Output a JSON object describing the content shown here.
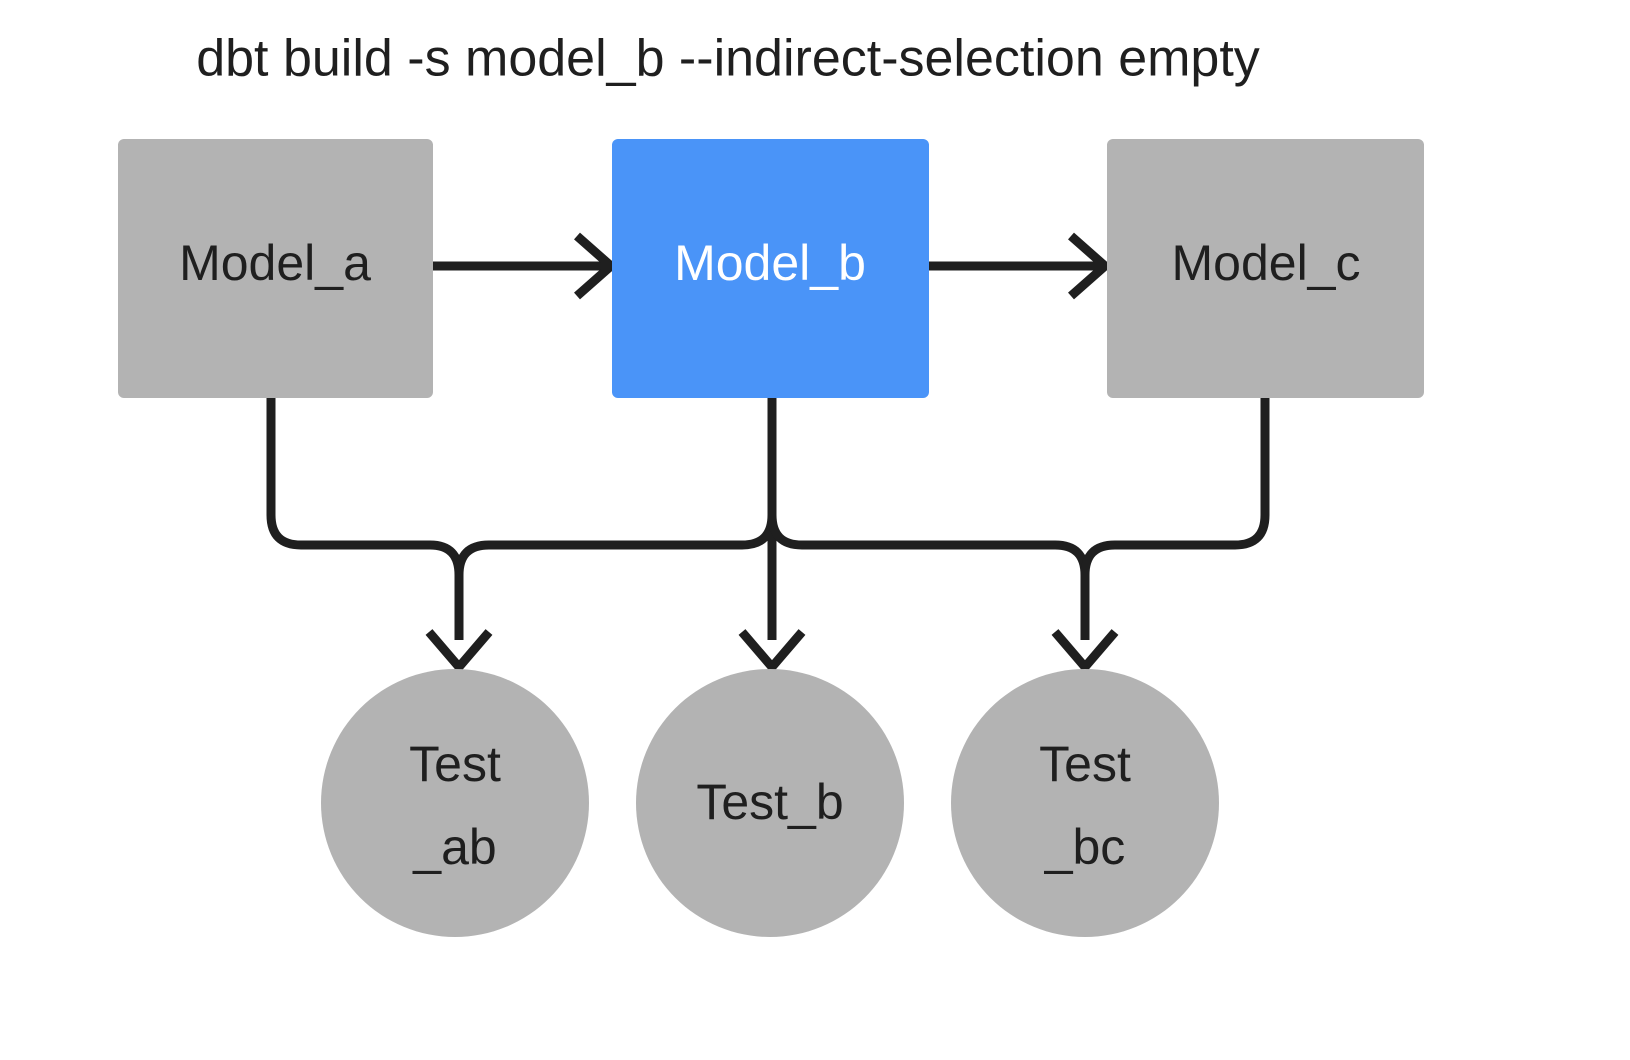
{
  "title": "dbt build -s model_b --indirect-selection empty",
  "colors": {
    "background": "#ffffff",
    "node_default": "#b3b3b3",
    "node_selected": "#4a94f8",
    "edge": "#1f1f1f",
    "label_default": "#1f1f1f",
    "label_on_selected": "#ffffff"
  },
  "nodes": {
    "models": [
      {
        "id": "model_a",
        "label": "Model_a",
        "shape": "rectangle",
        "state": "default"
      },
      {
        "id": "model_b",
        "label": "Model_b",
        "shape": "rectangle",
        "state": "selected"
      },
      {
        "id": "model_c",
        "label": "Model_c",
        "shape": "rectangle",
        "state": "default"
      }
    ],
    "tests": [
      {
        "id": "test_ab",
        "label_line1": "Test",
        "label_line2": "_ab",
        "shape": "circle",
        "state": "default"
      },
      {
        "id": "test_b",
        "label_line1": "Test_b",
        "label_line2": "",
        "shape": "circle",
        "state": "default"
      },
      {
        "id": "test_bc",
        "label_line1": "Test",
        "label_line2": "_bc",
        "shape": "circle",
        "state": "default"
      }
    ]
  },
  "edges": [
    {
      "from": "model_a",
      "to": "model_b",
      "style": "arrow"
    },
    {
      "from": "model_b",
      "to": "model_c",
      "style": "arrow"
    },
    {
      "from": "model_a",
      "to": "test_ab",
      "style": "elbow-arrow"
    },
    {
      "from": "model_b",
      "to": "test_ab",
      "style": "elbow-arrow"
    },
    {
      "from": "model_b",
      "to": "test_b",
      "style": "arrow"
    },
    {
      "from": "model_b",
      "to": "test_bc",
      "style": "elbow-arrow"
    },
    {
      "from": "model_c",
      "to": "test_bc",
      "style": "elbow-arrow"
    }
  ]
}
